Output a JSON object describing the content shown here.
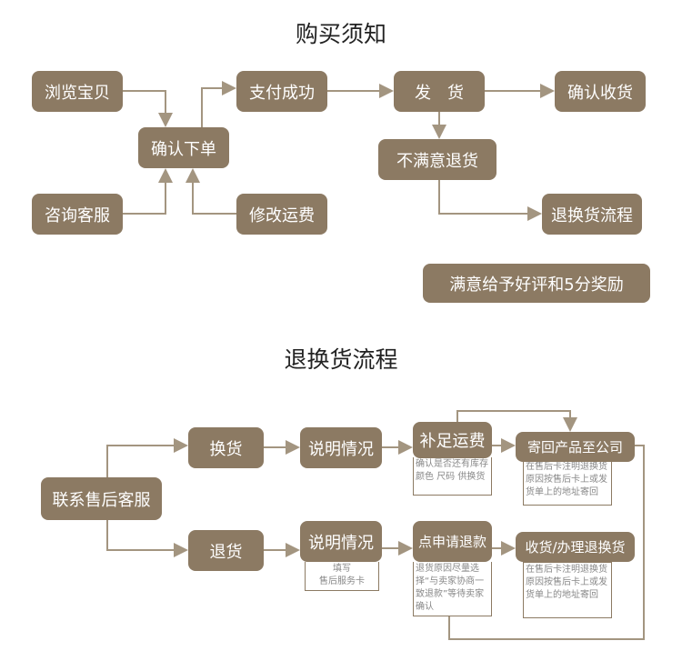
{
  "section1": {
    "title": "购买须知",
    "boxes": {
      "browse": "浏览宝贝",
      "confirm_order": "确认下单",
      "pay_success": "支付成功",
      "ship": "发　货",
      "confirm_receipt": "确认收货",
      "unsatisfied": "不满意退货",
      "return_flow": "退换货流程",
      "consult": "咨询客服",
      "modify_fee": "修改运费",
      "satisfied": "满意给予好评和5分奖励"
    }
  },
  "section2": {
    "title": "退换货流程",
    "boxes": {
      "contact": "联系售后客服",
      "exchange": "换货",
      "refund": "退货",
      "explain1": "说明情况",
      "explain2": "说明情况",
      "pay_fee": "补足运费",
      "send_back": "寄回产品至公司",
      "apply_refund": "点申请退款",
      "receive": "收货/办理退换货"
    },
    "notes": {
      "pay_fee": "确认是否还有库存颜色 尺码 供换货",
      "send_back": "在售后卡注明退换货原因按售后卡上或发货单上的地址寄回",
      "explain2_line1": "填写",
      "explain2_line2": "售后服务卡",
      "apply_refund": "退货原因尽量选择“与卖家协商一致退款”等待卖家确认",
      "receive": "在售后卡注明退换货原因按售后卡上或发货单上的地址寄回"
    }
  },
  "colors": {
    "box": "#8c7a63",
    "line": "#a39580"
  }
}
